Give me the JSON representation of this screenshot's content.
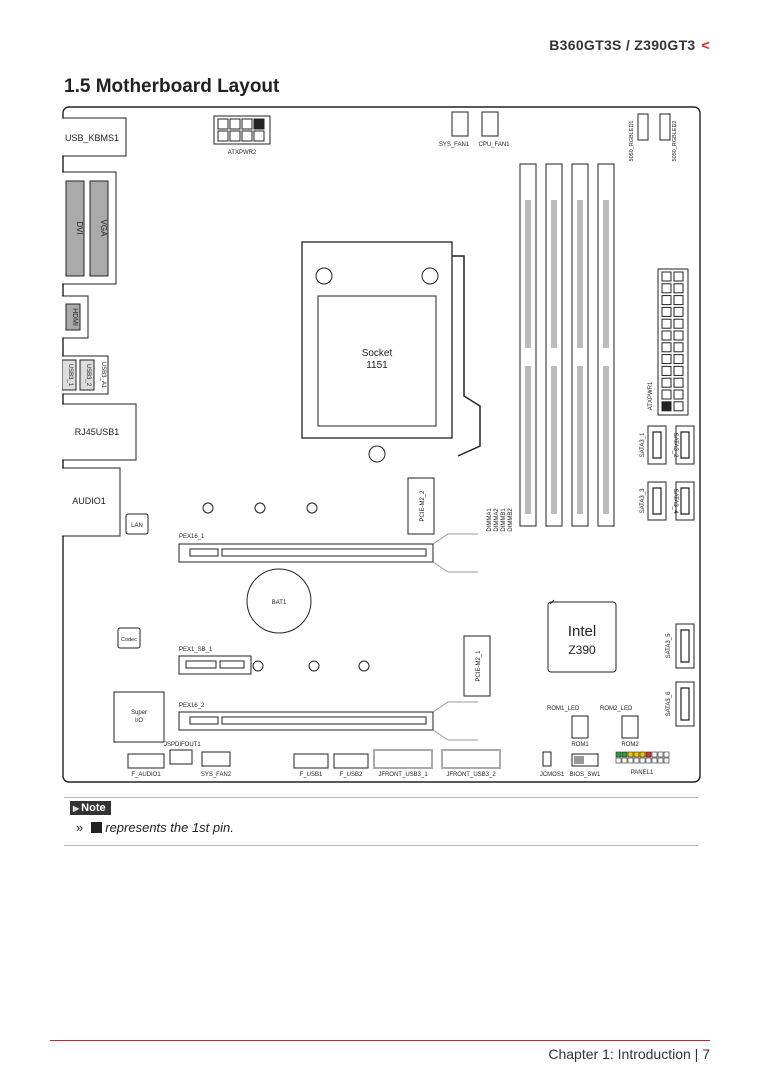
{
  "header": {
    "model": "B360GT3S / Z390GT3",
    "arrow": "<"
  },
  "section": {
    "title": "1.5 Motherboard Layout"
  },
  "board": {
    "labels": {
      "usb_kbms": "USB_KBMS1",
      "dvi": "DVI",
      "vga": "VGA",
      "hdmi": "HDMI",
      "usb3_a": "USB3_A1",
      "usb3_1": "USB3_1",
      "usb3_2": "USB3_2",
      "rj45": "RJ45USB1",
      "audio": "AUDIO1",
      "lan": "LAN",
      "atxpwr2": "ATXPWR2",
      "sys_fan1": "SYS_FAN1",
      "cpu_fan1": "CPU_FAN1",
      "rgb1": "5050_RGBLED1",
      "rgb2": "5050_RGBLED2",
      "socket": "Socket",
      "socket_num": "1151",
      "dimm_a1": "DIMMA1",
      "dimm_a2": "DIMMA2",
      "dimm_b1": "DIMMB1",
      "dimm_b2": "DIMMB2",
      "atxpwr1": "ATXPWR1",
      "sata3_1": "SATA3_1",
      "sata3_2": "SATA3_2",
      "sata3_3": "SATA3_3",
      "sata3_4": "SATA3_4",
      "sata3_5": "SATA3_5",
      "sata3_6": "SATA3_6",
      "pcie_m2_2": "PCIE-M2_2",
      "pcie_m2_1": "PCIE-M2_1",
      "pex16_1": "PEX16_1",
      "pex16_2": "PEX16_2",
      "pex1_sb_1": "PEX1_SB_1",
      "bat": "BAT1",
      "codec": "Codec",
      "intel": "Intel",
      "z390": "Z390",
      "super": "Super",
      "io": "I/O",
      "spdif": "JSPDIFOUT1",
      "f_audio": "F_AUDIO1",
      "sys_fan2": "SYS_FAN2",
      "f_usb1": "F_USB1",
      "f_usb2": "F_USB2",
      "jfront1": "JFRONT_USB3_1",
      "jfront2": "JFRONT_USB3_2",
      "rom1_led": "ROM1_LED",
      "rom2_led": "ROM2_LED",
      "rom1": "ROM1",
      "rom2": "ROM2",
      "jcmos": "JCMOS1",
      "bios_sw": "BIOS_SW1",
      "panel": "PANEL1"
    }
  },
  "note": {
    "badge": "Note",
    "bullet": "»",
    "text": "represents the 1st pin."
  },
  "footer": {
    "text": "Chapter 1: Introduction | 7"
  },
  "colors": {
    "accent": "#c8252b",
    "panel_yellow": "#f2c500",
    "panel_green": "#2e9e3e",
    "panel_red": "#d33"
  }
}
